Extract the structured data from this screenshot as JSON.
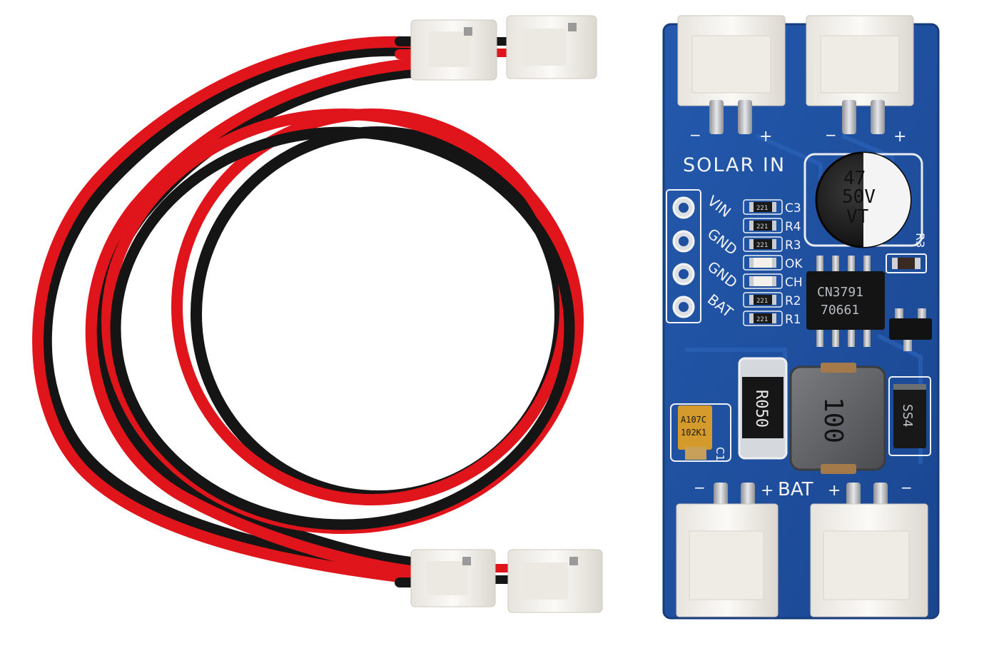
{
  "board": {
    "title": "SOLAR IN",
    "bat_label": "BAT",
    "minus": "−",
    "plus": "+",
    "pins": [
      "VIN",
      "GND",
      "GND",
      "BAT"
    ],
    "smd_labels": [
      "C3",
      "R4",
      "R3",
      "OK",
      "CH",
      "R2",
      "R1"
    ],
    "smd_marking": "221",
    "capacitor": {
      "line1": "47",
      "line2": "50V",
      "line3": "VT"
    },
    "chip": {
      "line1": "CN3791",
      "line2": "70661"
    },
    "resistor_r3": "R3",
    "sense_resistor": "R050",
    "inductor": "100",
    "diode": "SS4",
    "tantalum": {
      "line1": "A107C",
      "line2": "102K1"
    },
    "c1_label": "C1"
  },
  "colors": {
    "pcb": "#1f4f9e",
    "pcb_edge": "#163c7c",
    "wire_red": "#e0141b",
    "wire_black": "#151515",
    "connector": "#f4f2ee"
  }
}
